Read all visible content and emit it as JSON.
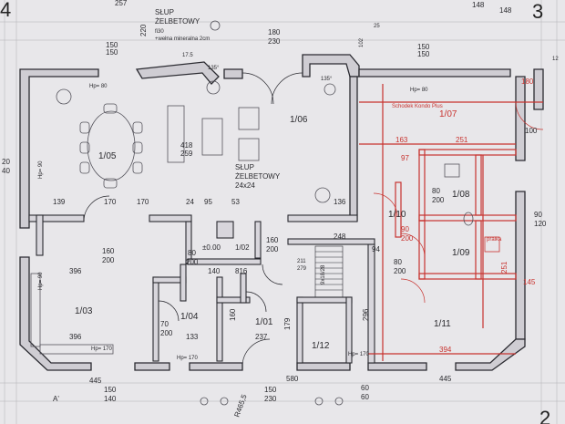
{
  "corner_numbers": {
    "left": "4",
    "right": "3",
    "bottom_right": "2"
  },
  "rooms": {
    "r105": "1/05",
    "r106": "1/06",
    "r107": "1/07",
    "r108": "1/08",
    "r110": "1/10",
    "r109": "1/09",
    "r111": "1/11",
    "r103": "1/03",
    "r104": "1/04",
    "r101": "1/01",
    "r112": "1/12",
    "r102": "1/02"
  },
  "annotations": {
    "slup_top_1": "SŁUP",
    "slup_top_2": "ŻELBETOWY",
    "slup_top_3": "fi30",
    "slup_top_4": "+wełna mineralna 2cm",
    "slup_mid_1": "SŁUP",
    "slup_mid_2": "ŻELBETOWY",
    "slup_mid_3": "24x24",
    "level": "±0.00",
    "pralka": "pralka",
    "schodek": "Schodek Kondo Plus",
    "stairs": "9x18/28",
    "hp80_a": "Hp= 80",
    "hp80_b": "Hp= 80",
    "hp90_a": "Hp= 90",
    "hp90_b": "Hp= 90",
    "hp170_a": "Hp= 170",
    "hp170_b": "Hp= 170",
    "hp170_c": "Hp= 170",
    "axis_a": "A'",
    "elev": "R465,5"
  },
  "dims": {
    "d257": "257",
    "d220": "220",
    "d148_a": "148",
    "d148_b": "148",
    "d180_230": "180",
    "d230": "230",
    "d150_a": "150",
    "d150_b": "150",
    "d150_c": "150",
    "d150_d": "150",
    "d1765": "17.5",
    "d102": "102",
    "d12": "12",
    "d25": "25",
    "d135_a": "135°",
    "d135_b": "135°",
    "d418": "418",
    "d259": "259",
    "d139": "139",
    "d170_a": "170",
    "d170_b": "170",
    "d24": "24",
    "d95": "95",
    "d53": "53",
    "d136": "136",
    "d20_40": "20",
    "d40": "40",
    "d160_a": "160",
    "d200_a": "200",
    "d80_a": "80",
    "d200_b": "200",
    "d160_b": "160",
    "d200_c": "200",
    "d396_a": "396",
    "d396_b": "396",
    "d248": "248",
    "d279": "279",
    "d211": "211",
    "d140": "140",
    "d816": "816",
    "d160_c": "160",
    "d70": "70",
    "d200_d": "200",
    "d133": "133",
    "d237": "237",
    "d179": "179",
    "d296": "296",
    "d445_a": "445",
    "d445_b": "445",
    "d580": "580",
    "d150_e": "150",
    "d140_b": "140",
    "d150_f": "150",
    "d230_b": "230",
    "d60_a": "60",
    "d60_b": "60",
    "d394": "394",
    "d251_a": "251",
    "d251_b": "251",
    "d163": "163",
    "d97": "97",
    "d80_b": "80",
    "d200_e": "200",
    "d90_a": "90",
    "d200_f": "200",
    "d94": "94",
    "d80_c": "80",
    "d200_g": "200",
    "d100": "100",
    "d120": "120",
    "d90_b": "90",
    "d145": "145",
    "d180_b": "180"
  }
}
